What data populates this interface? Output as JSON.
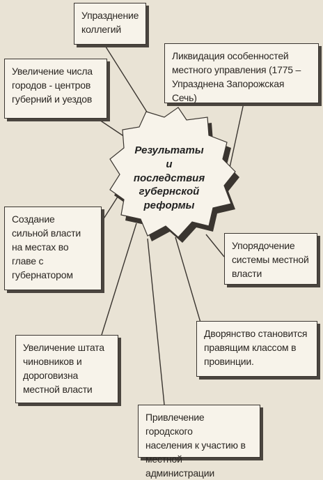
{
  "center": {
    "lines": [
      "Результаты",
      "и",
      "последствия",
      "губернской",
      "реформы"
    ]
  },
  "nodes": [
    {
      "id": "abolition-collegia",
      "lines": [
        "Упразднение",
        "коллегий"
      ]
    },
    {
      "id": "liquidation-local-features",
      "lines": [
        "Ликвидация особенностей",
        "местного управления (1775 –",
        "Упразднена Запорожская Сечь)"
      ]
    },
    {
      "id": "increase-cities",
      "lines": [
        "Увеличение числа",
        "городов - центров",
        "губерний и уездов"
      ]
    },
    {
      "id": "strong-local-power",
      "lines": [
        "Создание",
        "сильной власти",
        "на местах во",
        "главе с",
        "губернатором"
      ]
    },
    {
      "id": "ordering-local-system",
      "lines": [
        "Упорядочение",
        "системы местной",
        "власти"
      ]
    },
    {
      "id": "increase-officials",
      "lines": [
        "Увеличение штата",
        "чиновников и",
        "дороговизна",
        "местной власти"
      ]
    },
    {
      "id": "nobility-ruling-class",
      "lines": [
        "Дворянство становится",
        "правящим классом в",
        "провинции."
      ]
    },
    {
      "id": "townspeople-participation",
      "lines": [
        "Привлечение городского",
        "населения к участию в",
        "местной администрации"
      ]
    }
  ]
}
